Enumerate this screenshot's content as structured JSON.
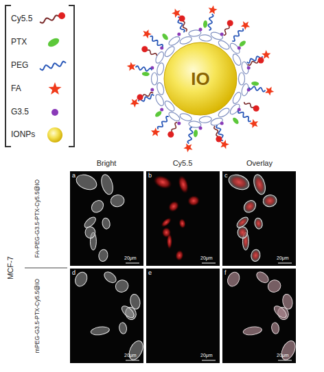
{
  "diagram": {
    "nodes": [
      {
        "text": [
          "IO"
        ]
      }
    ],
    "labels": [
      "Bright",
      "Cy5.5",
      "Overlay",
      "MCF-7",
      "FA-PEG-G3.5-PTX-Cy5.5@IO",
      "mPEG-G3.5-PTX-Cy5.5@IO",
      "a",
      "20μm",
      "b",
      "20μm",
      "c",
      "20μm",
      "d",
      "20μm",
      "e",
      "20μm",
      "f",
      "20μm"
    ],
    "legend": [
      {
        "text": "Cy5.5"
      },
      {
        "text": "PTX"
      },
      {
        "text": "PEG"
      },
      {
        "text": "FA"
      },
      {
        "text": "G3.5"
      },
      {
        "text": "IONPs"
      }
    ]
  }
}
